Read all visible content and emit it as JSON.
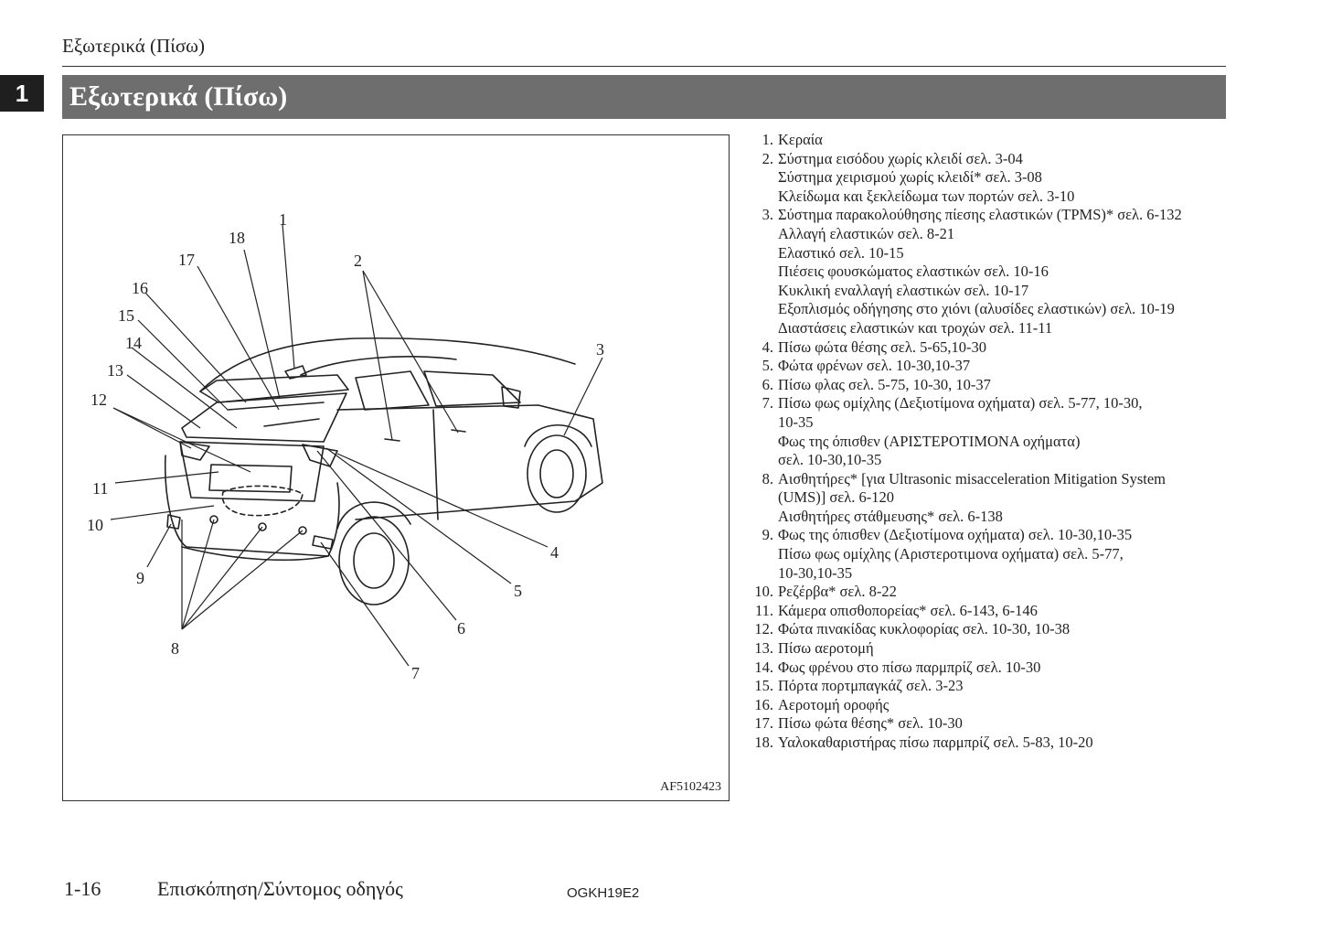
{
  "header": {
    "running_title": "Εξωτερικά (Πίσω)",
    "chapter_number": "1",
    "section_title": "Εξωτερικά (Πίσω)"
  },
  "figure": {
    "code": "AF5102423",
    "callouts": [
      "1",
      "2",
      "3",
      "4",
      "5",
      "6",
      "7",
      "8",
      "9",
      "10",
      "11",
      "12",
      "13",
      "14",
      "15",
      "16",
      "17",
      "18"
    ]
  },
  "legend": [
    {
      "num": "1.",
      "lines": [
        "Κεραία"
      ]
    },
    {
      "num": "2.",
      "lines": [
        "Σύστημα εισόδου χωρίς κλειδί σελ. 3-04",
        "Σύστημα χειρισμού χωρίς κλειδί* σελ. 3-08",
        "Κλείδωμα και ξεκλείδωμα των πορτών σελ. 3-10"
      ]
    },
    {
      "num": "3.",
      "lines": [
        "Σύστημα παρακολούθησης πίεσης ελαστικών (TPMS)* σελ. 6-132",
        "Αλλαγή ελαστικών σελ. 8-21",
        "Ελαστικό σελ. 10-15",
        "Πιέσεις φουσκώματος ελαστικών σελ. 10-16",
        "Κυκλική εναλλαγή ελαστικών σελ. 10-17",
        "Εξοπλισμός οδήγησης στο χιόνι (αλυσίδες ελαστικών) σελ. 10-19",
        "Διαστάσεις ελαστικών και τροχών σελ. 11-11"
      ]
    },
    {
      "num": "4.",
      "lines": [
        "Πίσω φώτα θέσης σελ. 5-65,10-30"
      ]
    },
    {
      "num": "5.",
      "lines": [
        "Φώτα φρένων σελ. 10-30,10-37"
      ]
    },
    {
      "num": "6.",
      "lines": [
        "Πίσω φλας σελ. 5-75, 10-30, 10-37"
      ]
    },
    {
      "num": "7.",
      "lines": [
        "Πίσω φως ομίχλης (Δεξιοτίμονα οχήματα) σελ. 5-77, 10-30,",
        "10-35",
        "Φως της όπισθεν (ΑΡΙΣΤΕΡΟΤΙΜΟΝΑ οχήματα)",
        "σελ. 10-30,10-35"
      ]
    },
    {
      "num": "8.",
      "lines": [
        "Αισθητήρες* [για Ultrasonic misacceleration Mitigation System",
        "(UMS)] σελ. 6-120",
        "Αισθητήρες στάθμευσης* σελ. 6-138"
      ]
    },
    {
      "num": "9.",
      "lines": [
        "Φως της όπισθεν (Δεξιοτίμονα οχήματα) σελ. 10-30,10-35",
        "Πίσω φως ομίχλης (Αριστεροτιμονα οχήματα) σελ. 5-77,",
        "10-30,10-35"
      ]
    },
    {
      "num": "10.",
      "lines": [
        "Ρεζέρβα* σελ. 8-22"
      ]
    },
    {
      "num": "11.",
      "lines": [
        "Κάμερα οπισθοπορείας* σελ. 6-143, 6-146"
      ]
    },
    {
      "num": "12.",
      "lines": [
        "Φώτα πινακίδας κυκλοφορίας σελ. 10-30, 10-38"
      ]
    },
    {
      "num": "13.",
      "lines": [
        "Πίσω αεροτομή"
      ]
    },
    {
      "num": "14.",
      "lines": [
        "Φως φρένου στο πίσω παρμπρίζ σελ. 10-30"
      ]
    },
    {
      "num": "15.",
      "lines": [
        "Πόρτα πορτμπαγκάζ σελ. 3-23"
      ]
    },
    {
      "num": "16.",
      "lines": [
        "Αεροτομή οροφής"
      ]
    },
    {
      "num": "17.",
      "lines": [
        "Πίσω φώτα θέσης* σελ. 10-30"
      ]
    },
    {
      "num": "18.",
      "lines": [
        "Υαλοκαθαριστήρας πίσω παρμπρίζ σελ. 5-83, 10-20"
      ]
    }
  ],
  "footer": {
    "page_number": "1-16",
    "title": "Επισκόπηση/Σύντομος οδηγός",
    "doc_code": "OGKH19E2"
  }
}
